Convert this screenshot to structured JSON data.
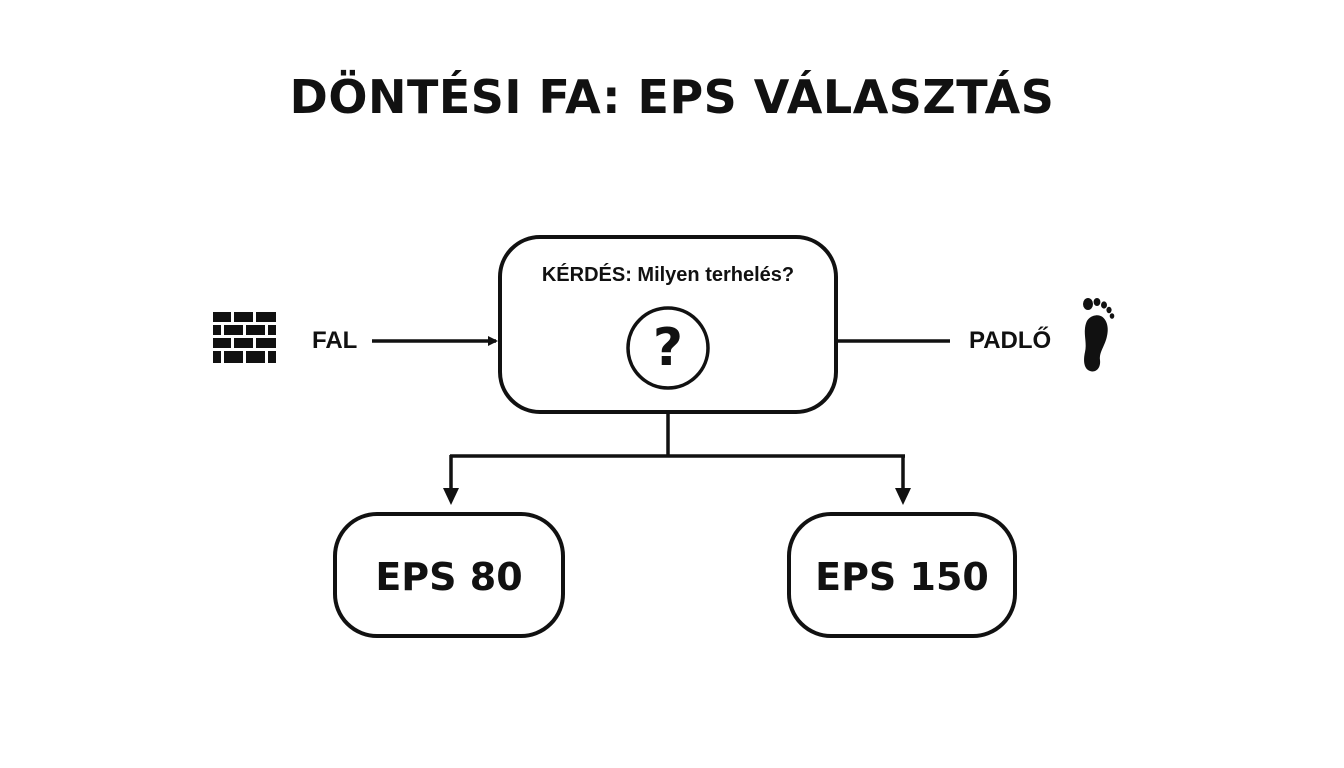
{
  "title": "DÖNTÉSI FA: EPS VÁLASZTÁS",
  "question": {
    "text": "KÉRDÉS: Milyen terhelés?",
    "symbol": "?"
  },
  "left_branch": {
    "label": "FAL",
    "icon": "brick-wall-icon"
  },
  "right_branch": {
    "label": "PADLŐ",
    "icon": "footprint-icon"
  },
  "outcomes": [
    {
      "label": "EPS 80"
    },
    {
      "label": "EPS 150"
    }
  ],
  "colors": {
    "background": "#ffffff",
    "ink": "#111111"
  }
}
